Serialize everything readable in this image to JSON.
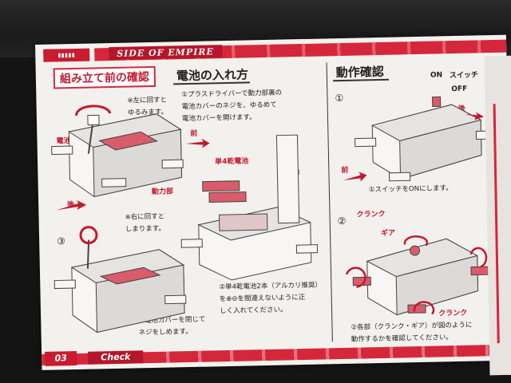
{
  "header": {
    "title": "SIDE OF EMPIRE"
  },
  "footer": {
    "page_number": "03",
    "label": "Check"
  },
  "assembly": {
    "title": "組み立て前の確認",
    "note_left_turn": "※左に回すと\nゆるみます。",
    "note_right_turn": "※右に回すと\nしまります。",
    "label_battery_cover": "電池カバー",
    "label_drive_unit": "動力部",
    "label_rear": "後",
    "step3_marker": "③",
    "step3_text": "③電池カバーを閉じて\nネジをしめます。"
  },
  "battery": {
    "title": "電池の入れ方",
    "step1_text": "①プラスドライバーで動力部裏の\n電池カバーのネジを、ゆるめて\n電池カバーを開けます。",
    "label_front": "前",
    "label_battery": "単4乾電池",
    "step2_marker": "②",
    "step2_text": "②単4乾電池2本（アルカリ推奨）\nを⊕⊖を間違えないように正\nしく入れてください。"
  },
  "operation": {
    "title": "動作確認",
    "step1_marker": "①",
    "label_on": "ON",
    "label_switch": "スイッチ",
    "label_off": "OFF",
    "label_rear": "後",
    "label_front": "前",
    "step1_text": "①スイッチをONにします。",
    "step2_marker": "②",
    "label_crank": "クランク",
    "label_gear": "ギア",
    "label_crank2": "クランク",
    "step2_text": "②各部（クランク・ギア）が図のように\n動作するかを確認してください。"
  }
}
